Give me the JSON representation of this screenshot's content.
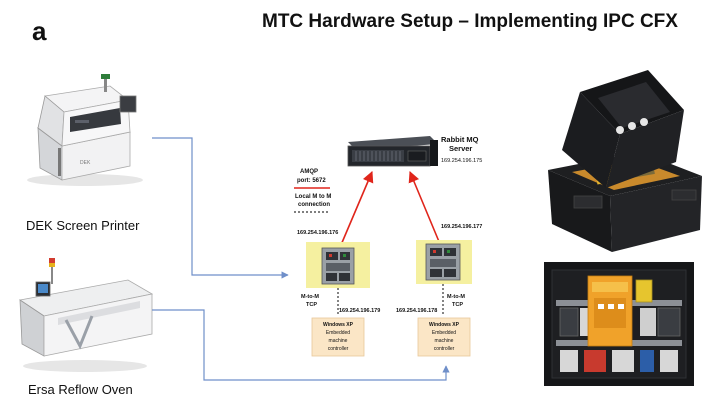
{
  "panel_letter": "a",
  "title": "MTC Hardware Setup – Implementing IPC CFX",
  "machines": {
    "printer_label": "DEK Screen Printer",
    "oven_label": "Ersa Reflow Oven"
  },
  "server": {
    "name_line1": "Rabbit MQ",
    "name_line2": "Server",
    "ip": "169.254.196.175"
  },
  "legend": {
    "amqp_line1": "AMQP",
    "amqp_line2": "port: 5672",
    "local_line1": "Local M to M",
    "local_line2": "connection"
  },
  "left_node": {
    "ip_upper": "169.254.196.176",
    "link_line1": "M-to-M",
    "link_line2": "TCP",
    "ip_lower": "169.254.196.179",
    "controller_line1": "Windows XP",
    "controller_line2": "Embedded",
    "controller_line3": "machine",
    "controller_line4": "controller"
  },
  "right_node": {
    "ip_upper": "169.254.196.177",
    "link_line1": "M-to-M",
    "link_line2": "TCP",
    "ip_lower": "169.254.196.178",
    "controller_line1": "Windows XP",
    "controller_line2": "Embedded",
    "controller_line3": "machine",
    "controller_line4": "controller"
  },
  "colors": {
    "amqp_arrow": "#e0251b",
    "machine_link": "#6f8fc9",
    "yellow_highlight": "#f5f0a0",
    "controller_fill": "#fbe6c6",
    "controller_border": "#e8c89a"
  }
}
